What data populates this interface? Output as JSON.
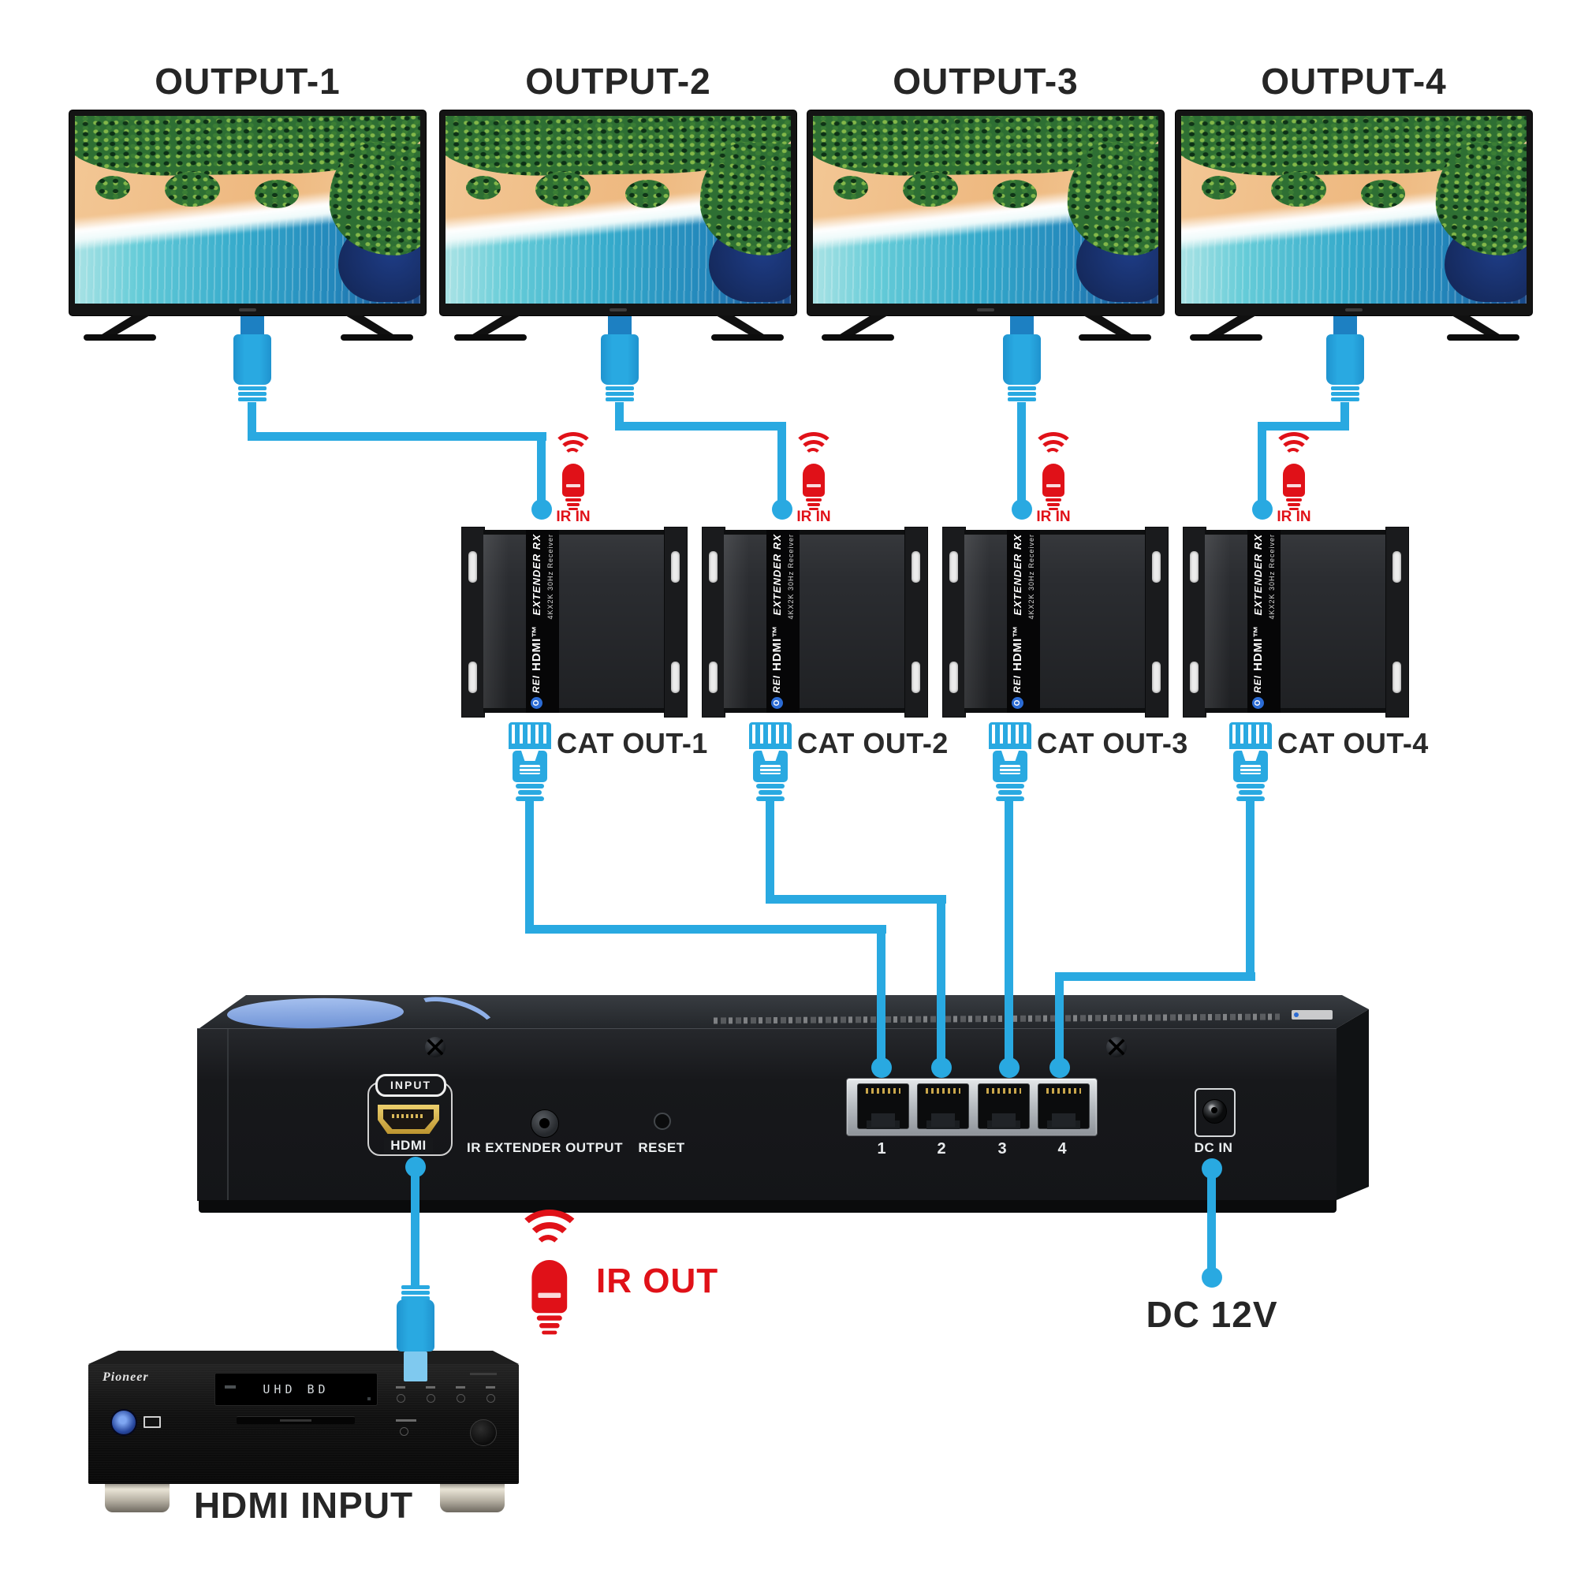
{
  "outputs": [
    {
      "label": "OUTPUT-1"
    },
    {
      "label": "OUTPUT-2"
    },
    {
      "label": "OUTPUT-3"
    },
    {
      "label": "OUTPUT-4"
    }
  ],
  "ir_in_label": "IR IN",
  "ir_out_label": "IR OUT",
  "cat_outs": [
    {
      "label": "CAT OUT-1"
    },
    {
      "label": "CAT OUT-2"
    },
    {
      "label": "CAT OUT-3"
    },
    {
      "label": "CAT OUT-4"
    }
  ],
  "receiver_label": {
    "brand_o": "O",
    "brand_rest": "REI",
    "hdmi_tm": "HDMI™",
    "product": "EXTENDER RX",
    "spec": "4KX2K 30Hz  Receiver"
  },
  "switch_panel": {
    "input_badge": "INPUT",
    "hdmi_label": "HDMI",
    "ir_extender_label": "IR EXTENDER OUTPUT",
    "reset_label": "RESET",
    "ports": [
      "1",
      "2",
      "3",
      "4"
    ],
    "dc_in_label": "DC IN"
  },
  "dc_label": "DC 12V",
  "source": {
    "brand": "Pioneer",
    "display": "UHD BD",
    "label": "HDMI INPUT"
  },
  "colors": {
    "cable_blue": "#29a9e1",
    "ir_red": "#e01118",
    "label_dark": "#262626",
    "hdmi_gold": "#d4ab3f"
  }
}
